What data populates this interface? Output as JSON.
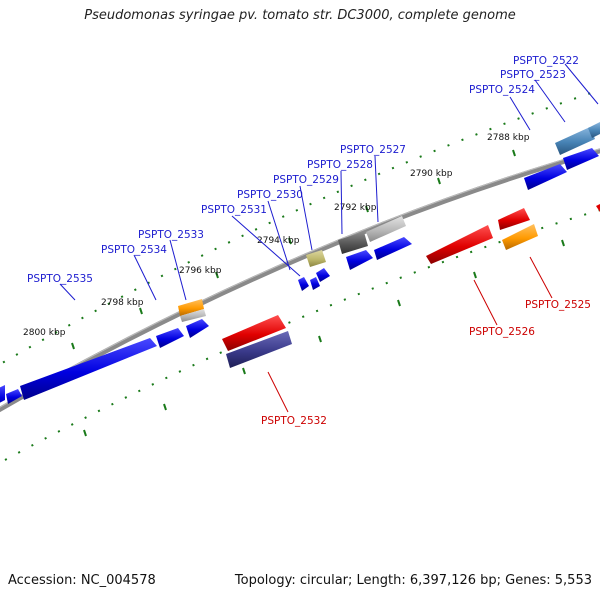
{
  "title": "Pseudomonas syringae pv. tomato str. DC3000, complete genome",
  "footer": {
    "accession": "Accession: NC_004578",
    "stats": "Topology: circular; Length: 6,397,126 bp; Genes: 5,553"
  },
  "colors": {
    "forward_label": "#1c1ccf",
    "reverse_label": "#cc0000",
    "backbone": "#8a8a8a",
    "tick": "#1a7a1a"
  },
  "kbp_ticks": [
    "2788 kbp",
    "2790 kbp",
    "2792 kbp",
    "2794 kbp",
    "2796 kbp",
    "2798 kbp",
    "2800 kbp"
  ],
  "genes_forward": [
    "PSPTO_2522",
    "PSPTO_2523",
    "PSPTO_2524",
    "PSPTO_2527",
    "PSPTO_2528",
    "PSPTO_2529",
    "PSPTO_2530",
    "PSPTO_2531",
    "PSPTO_2533",
    "PSPTO_2534",
    "PSPTO_2535"
  ],
  "genes_reverse": [
    "PSPTO_2525",
    "PSPTO_2526",
    "PSPTO_2532"
  ]
}
